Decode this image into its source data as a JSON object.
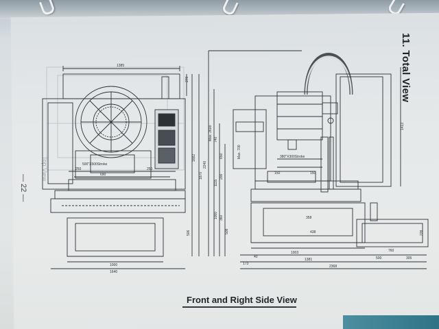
{
  "page": {
    "heading": "11. Total View",
    "page_number": "— 22 —",
    "caption": "Front and Right Side View",
    "ghost_label": "Top View"
  },
  "front_view": {
    "notes": {
      "stroke": "500\"X500Stroke",
      "width_top": "1385",
      "width_bottom_a": "1000",
      "width_bottom_b": "1640",
      "table_inner": "690",
      "table_left": "250",
      "table_right": "250",
      "height_a": "1682",
      "height_b": "1870",
      "height_c": "2240",
      "height_d": "270",
      "height_e": "506"
    }
  },
  "side_view": {
    "notes": {
      "stroke_y": "380\"X300Stroke",
      "max_z_a": "Max. 2600",
      "max_z_b": "Max. 700",
      "height_a": "740",
      "height_b": "650",
      "height_c": "1115",
      "depth_a": "358",
      "depth_b": "438",
      "depth_c": "1003",
      "depth_d": "1381",
      "depth_e": "2368",
      "right_a": "500",
      "right_b": "305",
      "right_c": "760",
      "left_a": "173",
      "left_b": "40",
      "spindle_a": "150",
      "spindle_b": "150",
      "side_h1": "1000",
      "side_h2": "200",
      "side_h3": "508",
      "side_h4": "360",
      "side_h5": "228",
      "side_h6": "1413"
    }
  },
  "colors": {
    "line": "#2b3136",
    "paper": "#e4e7e8",
    "ghost": "#a4adb3"
  }
}
